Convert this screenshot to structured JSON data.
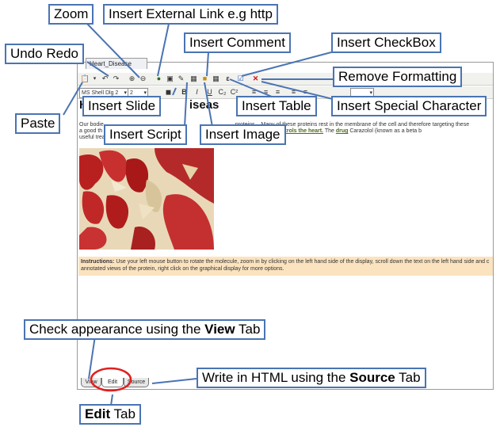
{
  "document_tab": "Heart_Disease",
  "toolbar": {
    "font_select": "MS Shell Dlg 2",
    "size_select": "2",
    "bold": "B",
    "italic": "I",
    "underline": "U",
    "subscript": "C₂",
    "superscript": "C²",
    "special_char": "ε",
    "remove_format": "✕"
  },
  "content": {
    "heading_left": "H",
    "heading_right": "iseas",
    "line1_left": "Our bodie",
    "line1_right": "proteins... Many of these proteins rest in the membrane of the cell and therefore targeting these",
    "line2_left": "a good th",
    "link_text": "receptor which controls the heart.",
    "line2_mid": " The ",
    "drug_link": "drug",
    "line2_right": " Carazolol (known as a beta b",
    "line3": "useful trea",
    "instructions_label": "Instructions:",
    "instructions_line1": " Use your left mouse button to rotate the molecule, zoom in by clicking on the left hand side of the display, scroll down the text on the left hand side and c",
    "instructions_line2": "annotated views of the protein, right click on the graphical display for more options."
  },
  "tabs": {
    "view": "View",
    "edit": "Edit",
    "source": "Source"
  },
  "callouts": {
    "zoom": "Zoom",
    "insert_external_link": "Insert External Link e.g http",
    "insert_comment": "Insert Comment",
    "insert_checkbox": "Insert CheckBox",
    "undo_redo": "Undo Redo",
    "remove_formatting": "Remove Formatting",
    "insert_slide": "Insert Slide",
    "insert_table": "Insert Table",
    "insert_special_character": "Insert Special Character",
    "paste": "Paste",
    "insert_script": "Insert Script",
    "insert_image": "Insert Image",
    "view_tab_prefix": "Check appearance using the ",
    "view_tab_bold": "View",
    "view_tab_suffix": " Tab",
    "source_tab_prefix": "Write in HTML using the ",
    "source_tab_bold": "Source",
    "source_tab_suffix": " Tab",
    "edit_tab_bold": "Edit",
    "edit_tab_suffix": " Tab"
  },
  "colors": {
    "callout_border": "#4a74b3",
    "instructions_bg": "#fbe3bf",
    "highlight_circle": "#e02020",
    "link_green": "#4f6b1a"
  }
}
